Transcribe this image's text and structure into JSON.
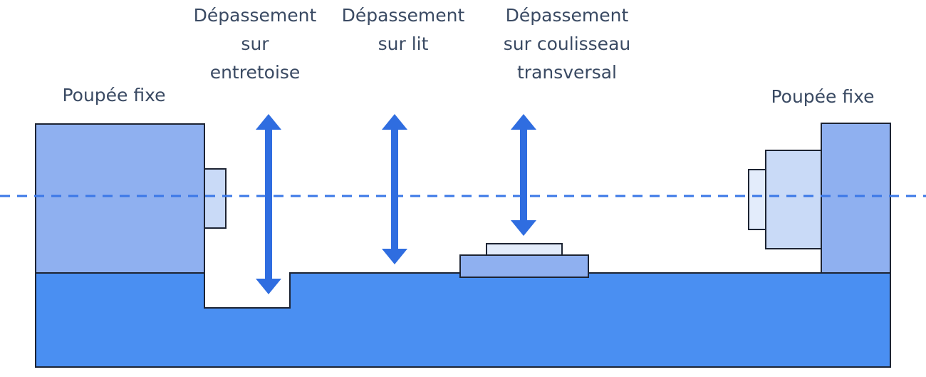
{
  "labels": {
    "headstock_left": "Poupée fixe",
    "headstock_right": "Poupée fixe",
    "swing_over_gap": [
      "Dépassement",
      "sur",
      "entretoise"
    ],
    "swing_over_bed": [
      "Dépassement",
      "sur lit"
    ],
    "swing_over_cross_slide": [
      "Dépassement",
      "sur coulisseau",
      "transversal"
    ]
  },
  "colors": {
    "bed": "#4a8ff2",
    "headstock": "#8fb0f0",
    "spindle": "#c9daf7",
    "carriage_top": "#e3ecfb",
    "arrow": "#2f6de0",
    "center_line": "#3b78e7",
    "outline": "#1d2433",
    "text": "#3a4a63"
  }
}
